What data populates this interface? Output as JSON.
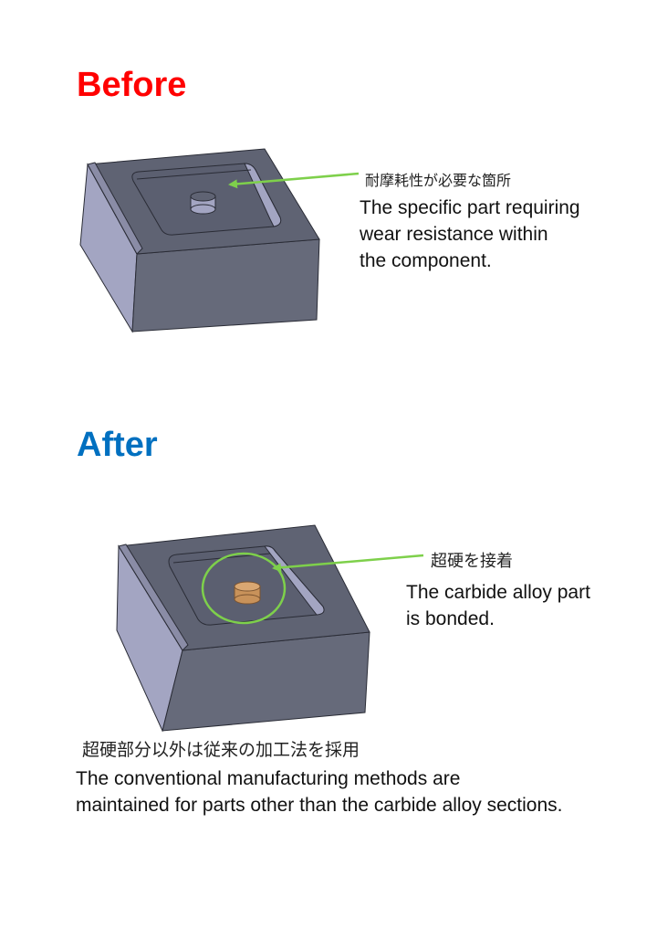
{
  "before": {
    "heading": "Before",
    "heading_color": "#ff0000",
    "label_jp": "耐摩耗性が必要な箇所",
    "label_en_lines": [
      "The specific part requiring",
      "wear resistance within",
      "the component."
    ]
  },
  "after": {
    "heading": "After",
    "heading_color": "#0070c0",
    "label_jp": "超硬を接着",
    "label_en_lines": [
      "The carbide alloy part",
      "is bonded."
    ],
    "bottom_jp": "超硬部分以外は従来の加工法を採用",
    "bottom_en_lines": [
      "The conventional manufacturing methods are",
      "maintained for parts other than the carbide alloy sections."
    ]
  },
  "colors": {
    "arrow": "#7ed04b",
    "block_front": "#666a7a",
    "block_top": "#5f6373",
    "block_side": "#a3a5c2",
    "carbide": "#c8925a"
  }
}
